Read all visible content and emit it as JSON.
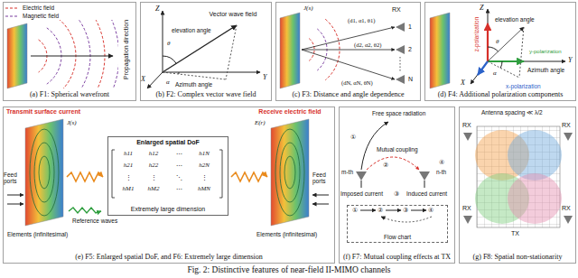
{
  "diagram": {
    "caption": "Fig. 2: Distinctive features of near-field II-MIMO channels",
    "nodes": [
      {
        "text": [
          "(a) F1: Spherical wavefront"
        ]
      },
      {
        "text": [
          "(b) F2: Complex vector wave field"
        ]
      },
      {
        "text": [
          "(c) F3: Distance and angle dependence"
        ]
      },
      {
        "text": [
          "(d) F4: Additional polarization components"
        ]
      },
      {
        "text": [
          "(e) F5: Enlarged spatial DoF, and F6: Extremely large dimension"
        ]
      },
      {
        "text": [
          "Enlarged spatial DoF",
          "Extremely large dimension"
        ],
        "in": 4
      },
      {
        "text": [
          "(f) F7: Mutual coupling effects at TX"
        ]
      },
      {
        "text": [
          "Flow chart"
        ],
        "in": 6
      },
      {
        "text": [
          "(g) F8: Spatial non-stationarity"
        ]
      }
    ],
    "labels": [
      "Propagation direction",
      "Z",
      "Vector wave field",
      "θ",
      "elevation angle",
      "Y",
      "α",
      "Azimuth angle",
      "X",
      "J(s)",
      "RX",
      "(d1, α1, θ1)",
      "1",
      "(d2, α2, θ2)",
      "2",
      "(dN, αN, θN)",
      "N",
      "Z",
      "z-polarization",
      "elevation angle",
      "θ",
      "y-polarization",
      "Y",
      "α",
      "Azimuth angle",
      "x-polarization",
      "X",
      "Transmit surface current",
      "J(s)",
      "Receive electric field",
      "E(r)",
      "h11",
      "h12",
      "⋯",
      "h1N",
      "h21",
      "h22",
      "⋯",
      "h2N",
      "⋮",
      "⋮",
      "⋱",
      "⋮",
      "hM1",
      "hM2",
      "⋯",
      "hMN",
      "Feed ports",
      "Feed ports",
      "Reference waves",
      "Elements (infinitesimal)",
      "Elements (infinitesimal)",
      "Free space radiation",
      "①",
      "Mutual coupling",
      "②",
      "m-th",
      "n-th",
      "Imposed current",
      "③",
      "Induced current",
      "④",
      "①",
      "②",
      "③",
      "④",
      "Antenna spacing ≪ λ/2",
      "RX",
      "RX",
      "RX",
      "RX",
      "TX"
    ],
    "legend": [
      {
        "text": "Electric field"
      },
      {
        "text": "Magnetic field"
      }
    ]
  }
}
